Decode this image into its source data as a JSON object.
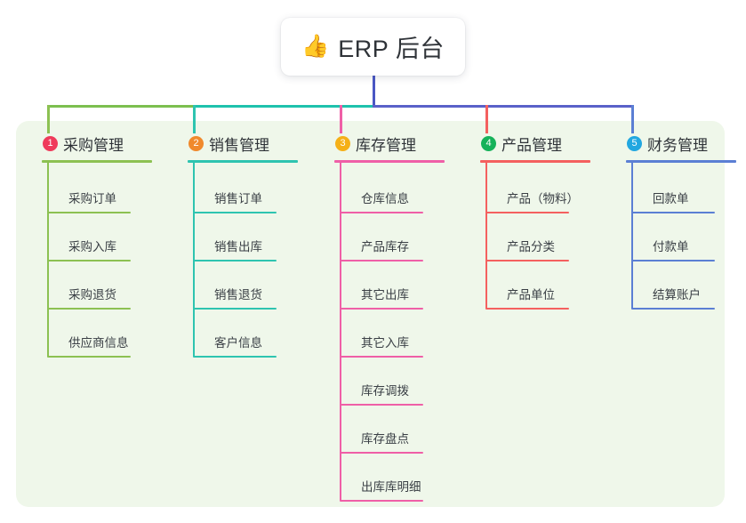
{
  "root": {
    "icon": "thumbs-up-icon",
    "emoji": "👍",
    "title": "ERP 后台"
  },
  "canvas": {
    "background_color": "#eff7ea"
  },
  "connector": {
    "stem_color": "#4a57c4",
    "bar_segment_1_color": "#7cbf4f",
    "bar_segment_2_color": "#1fc2ad",
    "bar_segment_3_color": "#5a61c9"
  },
  "branches": [
    {
      "number": "1",
      "label": "采购管理",
      "badge_color": "#ef3b5b",
      "line_color": "#8cc152",
      "children": [
        {
          "label": "采购订单"
        },
        {
          "label": "采购入库"
        },
        {
          "label": "采购退货"
        },
        {
          "label": "供应商信息"
        }
      ]
    },
    {
      "number": "2",
      "label": "销售管理",
      "badge_color": "#f0892c",
      "line_color": "#2ec4b0",
      "children": [
        {
          "label": "销售订单"
        },
        {
          "label": "销售出库"
        },
        {
          "label": "销售退货"
        },
        {
          "label": "客户信息"
        }
      ]
    },
    {
      "number": "3",
      "label": "库存管理",
      "badge_color": "#f5b017",
      "line_color": "#ef5fa7",
      "children": [
        {
          "label": "仓库信息"
        },
        {
          "label": "产品库存"
        },
        {
          "label": "其它出库"
        },
        {
          "label": "其它入库"
        },
        {
          "label": "库存调拨"
        },
        {
          "label": "库存盘点"
        },
        {
          "label": "出库库明细"
        }
      ]
    },
    {
      "number": "4",
      "label": "产品管理",
      "badge_color": "#16b25a",
      "line_color": "#f4605f",
      "children": [
        {
          "label": "产品（物料）"
        },
        {
          "label": "产品分类"
        },
        {
          "label": "产品单位"
        }
      ]
    },
    {
      "number": "5",
      "label": "财务管理",
      "badge_color": "#22a7e0",
      "line_color": "#5b7fd4",
      "children": [
        {
          "label": "回款单"
        },
        {
          "label": "付款单"
        },
        {
          "label": "结算账户"
        }
      ]
    }
  ]
}
